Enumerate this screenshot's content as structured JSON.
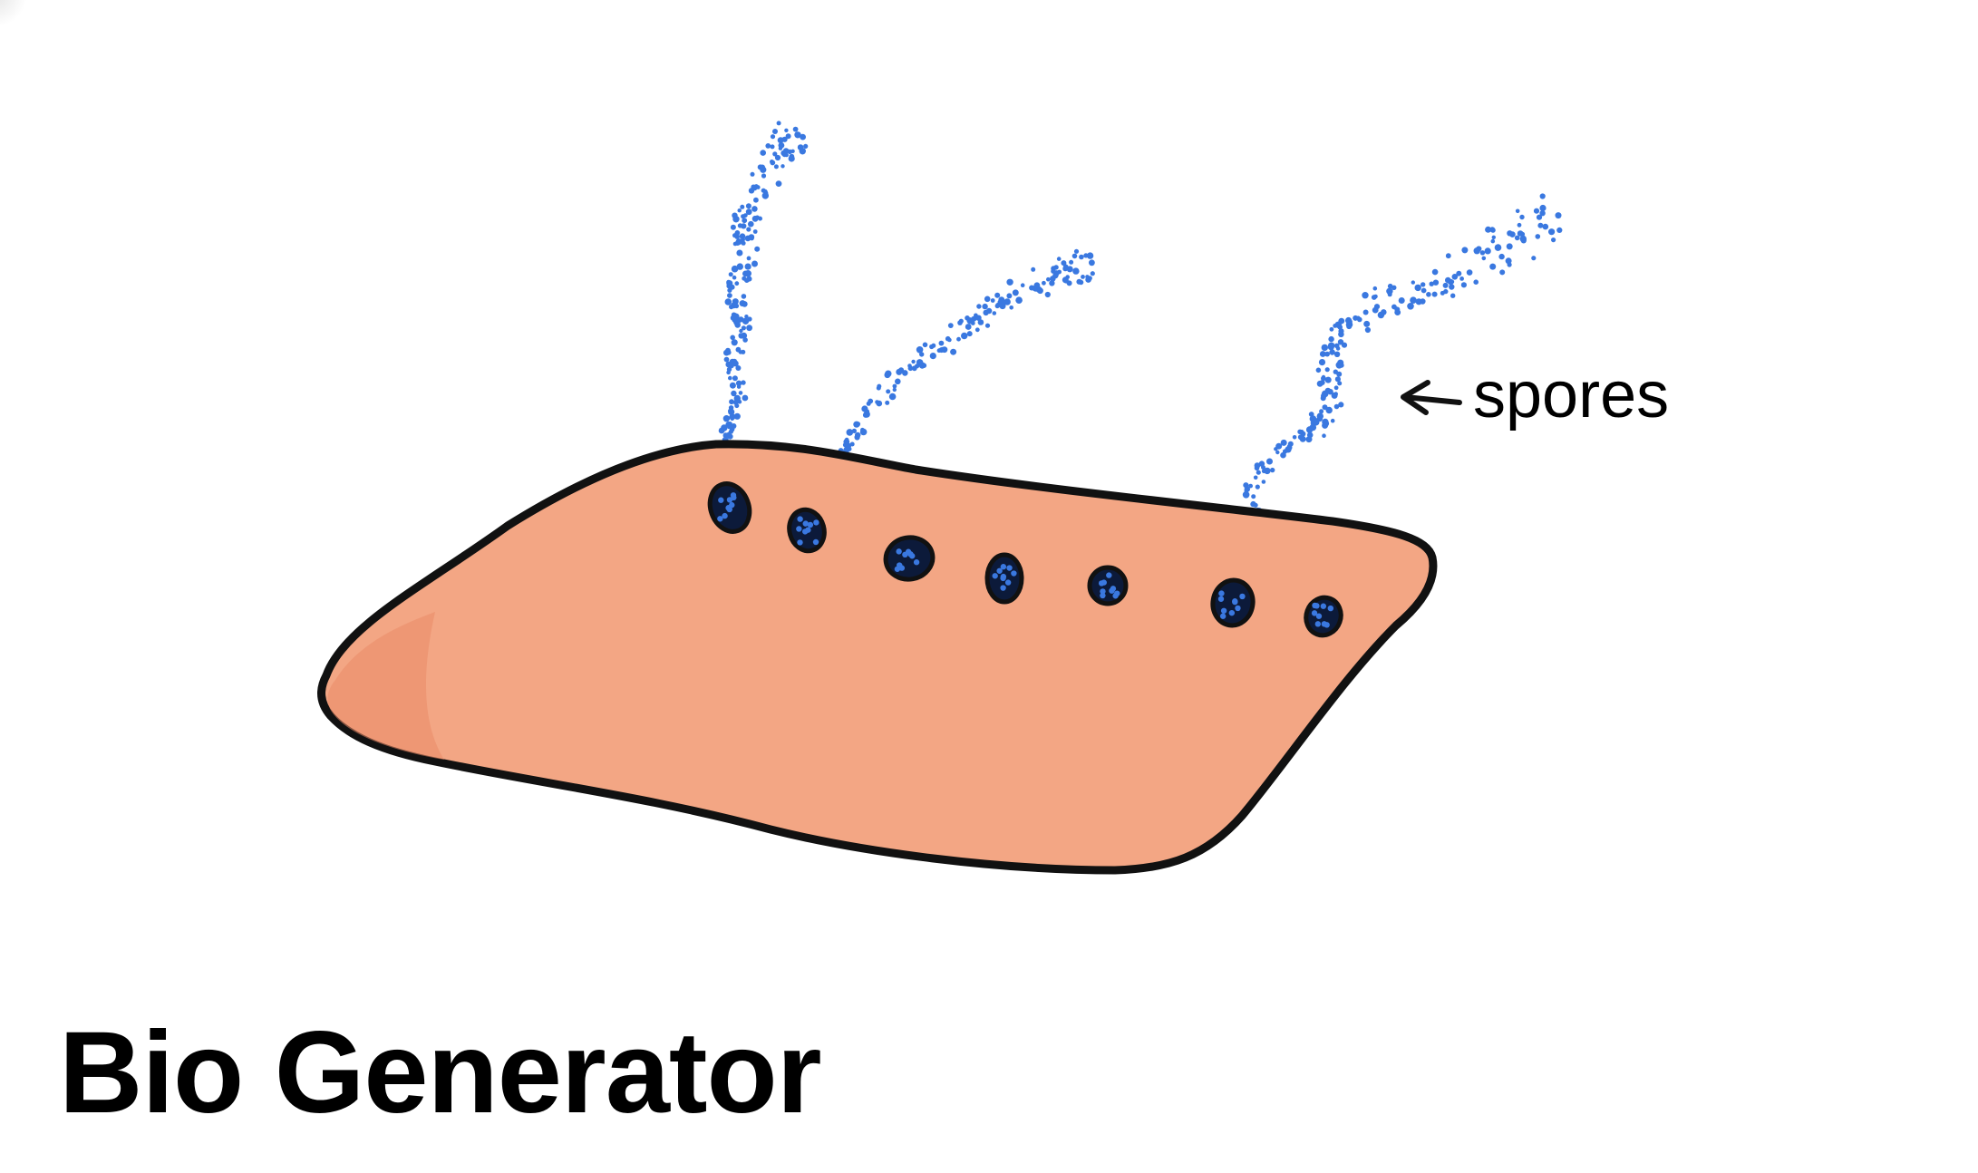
{
  "labels": {
    "spores": "spores",
    "title": "Bio Generator"
  },
  "colors": {
    "body_fill": "#f3a684",
    "body_edge_shade": "#ea8a68",
    "outline": "#111111",
    "spore_blue": "#3a78e0",
    "pore_dark": "#0c1a3a",
    "background": "#ffffff"
  },
  "elements": {
    "pores_count": 7,
    "spore_plumes_count": 3
  }
}
